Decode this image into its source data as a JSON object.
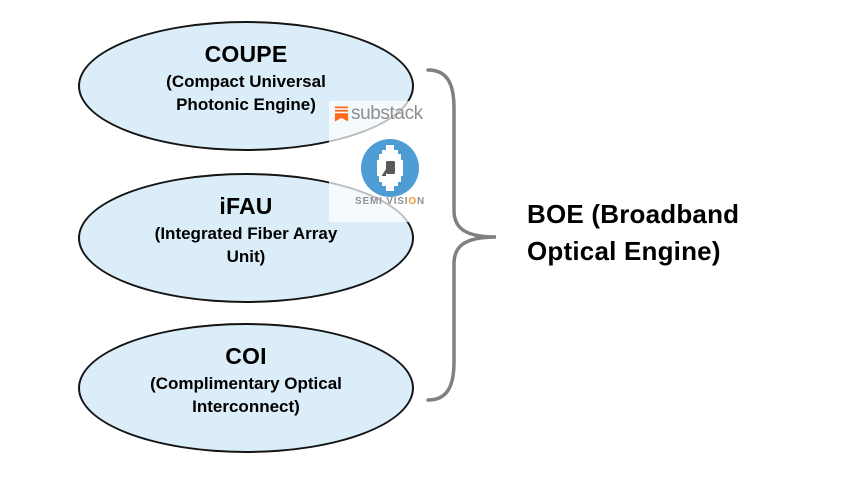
{
  "diagram": {
    "nodes": [
      {
        "title": "COUPE",
        "lines": [
          "(Compact Universal",
          "Photonic Engine)"
        ]
      },
      {
        "title": "iFAU",
        "lines": [
          "(Integrated Fiber Array",
          "Unit)"
        ]
      },
      {
        "title": "COI",
        "lines": [
          "(Complimentary Optical",
          "Interconnect)"
        ]
      }
    ],
    "result": {
      "lines": [
        "BOE (Broadband",
        "Optical Engine)"
      ]
    }
  },
  "watermark": {
    "substack": "substack",
    "semi_vision": {
      "part1": "SEMI VISI",
      "o": "O",
      "part2": "N"
    }
  },
  "colors": {
    "ellipse_fill": "#daedf8",
    "ellipse_border": "#141414",
    "text": "#000000",
    "brace": "#808080",
    "substack_orange": "#ff6719",
    "substack_gray": "#8e8e8e",
    "semivision_blue": "#4d9dd4",
    "semivision_gray": "#8f9296",
    "semivision_o": "#ee9d2f",
    "watermark_bg": "rgba(255,255,255,0.72)"
  }
}
